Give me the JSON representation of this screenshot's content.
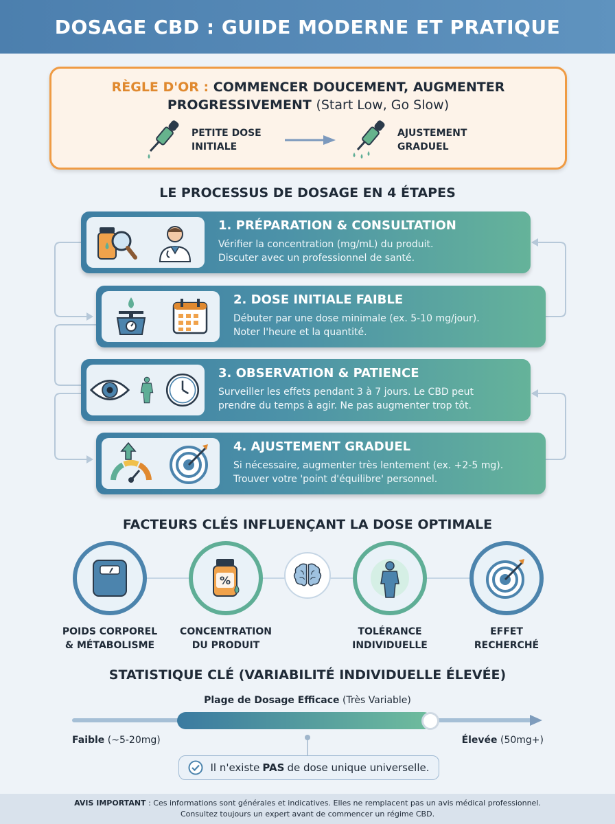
{
  "header": {
    "title": "DOSAGE CBD : GUIDE MODERNE ET PRATIQUE"
  },
  "rule": {
    "lead": "RÈGLE D'OR :",
    "title_line1": "COMMENCER DOUCEMENT, AUGMENTER",
    "title_line2": "PROGRESSIVEMENT",
    "subtitle": "(Start Low, Go Slow)",
    "left_line1": "PETITE DOSE",
    "left_line2": "INITIALE",
    "right_line1": "AJUSTEMENT",
    "right_line2": "GRADUEL"
  },
  "process": {
    "title": "LE PROCESSUS DE DOSAGE EN 4 ÉTAPES",
    "steps": [
      {
        "title": "1. PRÉPARATION & CONSULTATION",
        "line1": "Vérifier la concentration (mg/mL) du produit.",
        "line2": "Discuter avec un professionnel de santé."
      },
      {
        "title": "2. DOSE INITIALE FAIBLE",
        "line1": "Débuter par une dose minimale (ex. 5-10 mg/jour).",
        "line2": "Noter l'heure et la quantité."
      },
      {
        "title": "3. OBSERVATION & PATIENCE",
        "line1": "Surveiller les effets pendant 3 à 7 jours. Le CBD peut",
        "line2": "prendre du temps à agir. Ne pas augmenter trop tôt."
      },
      {
        "title": "4. AJUSTEMENT GRADUEL",
        "line1": "Si nécessaire, augmenter très lentement (ex. +2-5 mg).",
        "line2": "Trouver votre 'point d'équilibre' personnel."
      }
    ]
  },
  "factors": {
    "title": "FACTEURS CLÉS INFLUENÇANT LA DOSE OPTIMALE",
    "items": [
      {
        "line1": "POIDS CORPOREL",
        "line2": "& MÉTABOLISME"
      },
      {
        "line1": "CONCENTRATION",
        "line2": "DU PRODUIT"
      },
      {
        "line1": "TOLÉRANCE",
        "line2": "INDIVIDUELLE"
      },
      {
        "line1": "EFFET",
        "line2": "RECHERCHÉ"
      }
    ]
  },
  "stats": {
    "title": "STATISTIQUE CLÉ (VARIABILITÉ INDIVIDUELLE ÉLEVÉE)",
    "range_bold": "Plage de Dosage Efficace",
    "range_rest": "(Très Variable)",
    "low_bold": "Faible",
    "low_rest": "(~5-20mg)",
    "high_bold": "Élevée",
    "high_rest": "(50mg+)",
    "note_pre": "Il n'existe",
    "note_bold": "PAS",
    "note_post": "de dose unique universelle."
  },
  "footer": {
    "bold": "AVIS IMPORTANT",
    "line1": ": Ces informations sont générales et indicatives. Elles ne remplacent pas un avis médical professionnel.",
    "line2": "Consultez toujours un expert avant de commencer un régime CBD."
  },
  "colors": {
    "primary": "#4c7fae",
    "accent": "#ef9b44",
    "teal": "#5fae96"
  }
}
